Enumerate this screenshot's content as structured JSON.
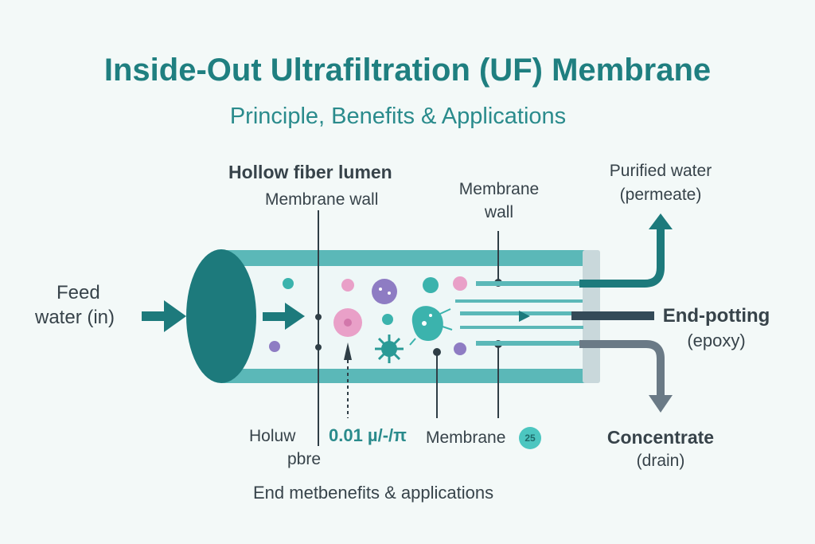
{
  "title": "Inside-Out Ultrafiltration (UF) Membrane",
  "subtitle": "Principle, Benefits & Applications",
  "labels": {
    "hollow_fiber_lumen": "Hollow fiber lumen",
    "membrane_wall_top": "Membrane wall",
    "membrane_wall_right_line1": "Membrane",
    "membrane_wall_right_line2": "wall",
    "purified_line1": "Purified water",
    "purified_line2": "(permeate)",
    "feed_line1": "Feed",
    "feed_line2": "water (in)",
    "end_potting_line1": "End-potting",
    "end_potting_line2": "(epoxy)",
    "concentrate_line1": "Concentrate",
    "concentrate_line2": "(drain)",
    "hollow_line1": "Holuw",
    "hollow_line2": "pbre",
    "pore_size": "0.01 µ/-/π",
    "membrane_bottom": "Membrane",
    "badge": "25",
    "footer": "End metbenefits  &  applications"
  },
  "colors": {
    "title": "#1f7f80",
    "teal_dark": "#1d7a7c",
    "teal_light": "#5bb8b8",
    "tube_fill": "#e2f1f1",
    "concentrate_arrow": "#6a7a86",
    "potting": "#c9d8db",
    "particle_teal": "#3bb3ad",
    "particle_pink": "#e9a0c8",
    "particle_purple": "#8e7cc3"
  },
  "icons": [
    "feed-arrow-icon",
    "lumen-arrow-icon",
    "permeate-arrow-icon",
    "concentrate-arrow-icon",
    "bacteria-icon",
    "virus-icon"
  ]
}
